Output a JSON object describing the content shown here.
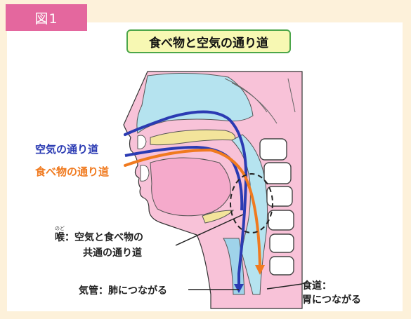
{
  "figure_label": "図1",
  "title": "食べ物と空気の通り道",
  "labels": {
    "air_path": "空気の通り道",
    "food_path": "食べ物の通り道",
    "throat_ruby": "のど",
    "throat_line1": "喉：空気と食べ物の",
    "throat_line2": "共通の通り道",
    "trachea": "気管：肺につながる",
    "esophagus_line1": "食道：",
    "esophagus_line2": "胃につながる"
  },
  "colors": {
    "air": "#2b3bb3",
    "food": "#f07a1f",
    "figure_label_bg": "#e4679e",
    "title_bg": "#f7f8b3",
    "title_border": "#4ca64a",
    "frame_bg": "#fdf1da"
  }
}
